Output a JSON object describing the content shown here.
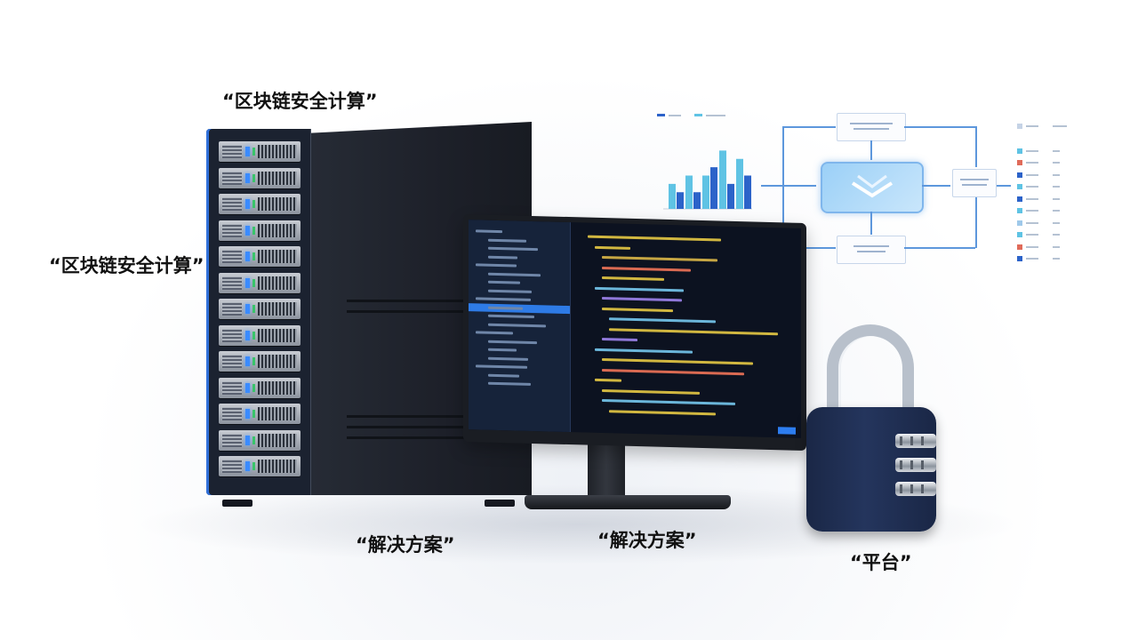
{
  "labels": {
    "top_server": "“区块链安全计算”",
    "left_server": "“区块链安全计算”",
    "below_server": "“解决方案”",
    "below_monitor": "“解决方案”",
    "below_lock": "“平台”"
  },
  "colors": {
    "accent_blue": "#2e7be6",
    "server_led_blue": "#3a8bff",
    "server_led_green": "#39c46a",
    "lock_body": "#1f2d50",
    "chart_dark_blue": "#2c63c9",
    "chart_light_blue": "#5fc3e4"
  },
  "chart_data": {
    "type": "bar",
    "series": [
      {
        "values": [
          3,
          4,
          4,
          7,
          6
        ]
      },
      {
        "values": [
          2,
          2,
          5,
          3,
          4
        ]
      }
    ]
  },
  "icons": [
    "server-tower-icon",
    "monitor-icon",
    "padlock-icon",
    "flow-diagram-icon"
  ]
}
